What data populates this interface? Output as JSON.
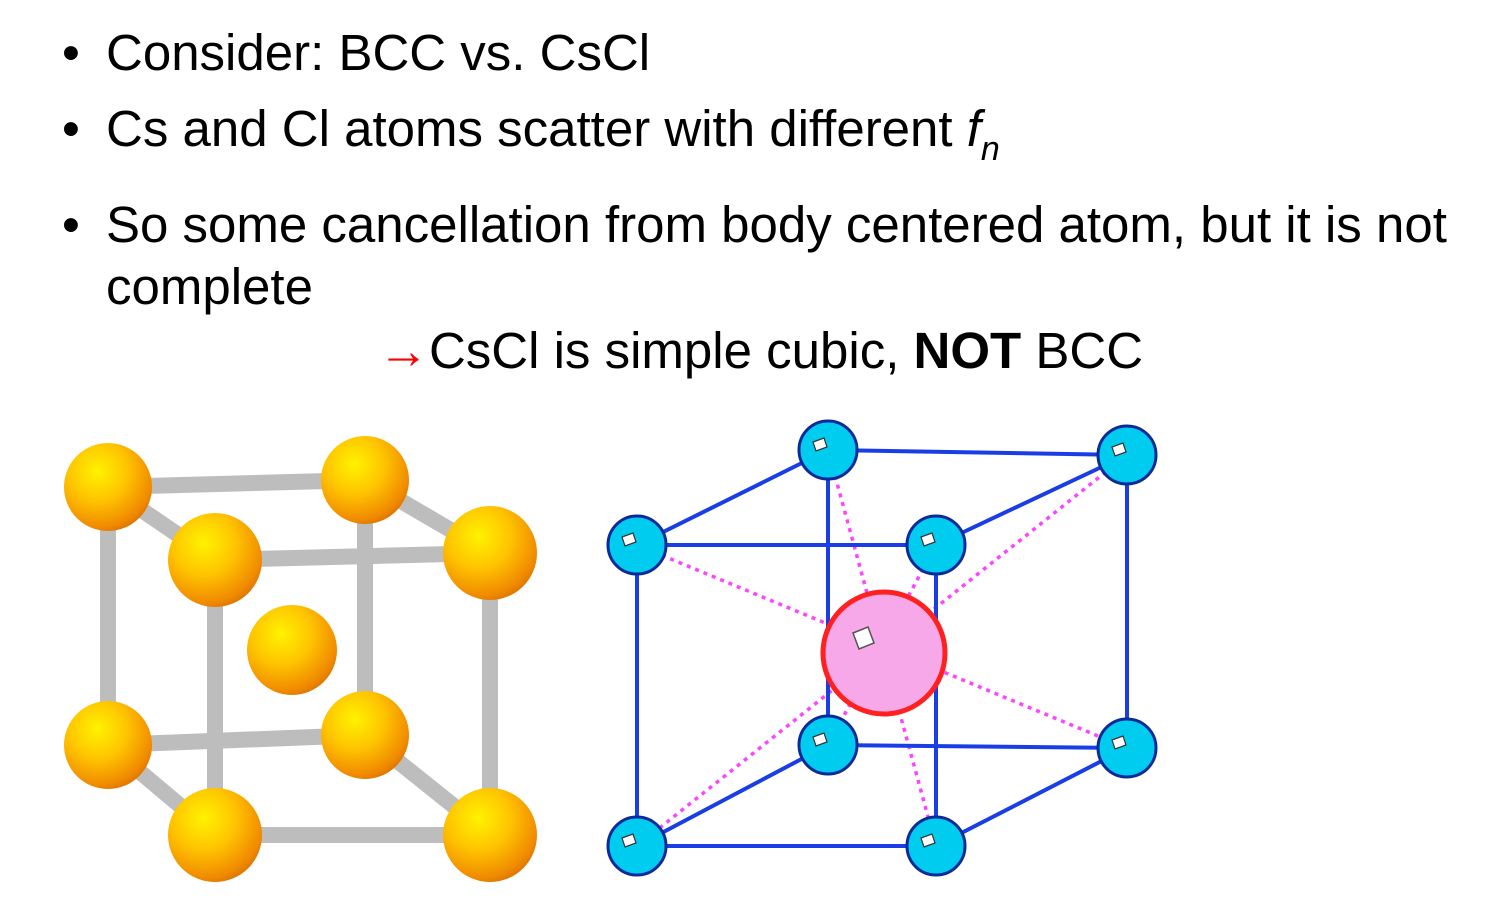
{
  "slide": {
    "bullets": [
      {
        "text": "Consider:  BCC vs. CsCl"
      },
      {
        "text_before": "Cs and Cl atoms scatter with different ",
        "f": "f",
        "subscript": "n"
      },
      {
        "text": "So some cancellation from body centered atom, but it is not complete"
      }
    ],
    "bullet_symbol": "•",
    "conclusion": {
      "arrow": "→",
      "text_before": "CsCl is simple cubic, ",
      "bold": "NOT",
      "text_after": " BCC"
    }
  },
  "colors": {
    "bcc_atom": "#f5a800",
    "bcc_bond": "#bdbdbd",
    "cscl_corner_atom": "#00ccf0",
    "cscl_edge": "#1a3ee6",
    "cscl_center_atom": "#f7a8e8",
    "cscl_center_outline": "#ff2020",
    "cscl_diagonal": "#ff44ff",
    "arrow": "#ff0000"
  },
  "figures": {
    "left": "bcc-unit-cell",
    "right": "cscl-unit-cell"
  }
}
